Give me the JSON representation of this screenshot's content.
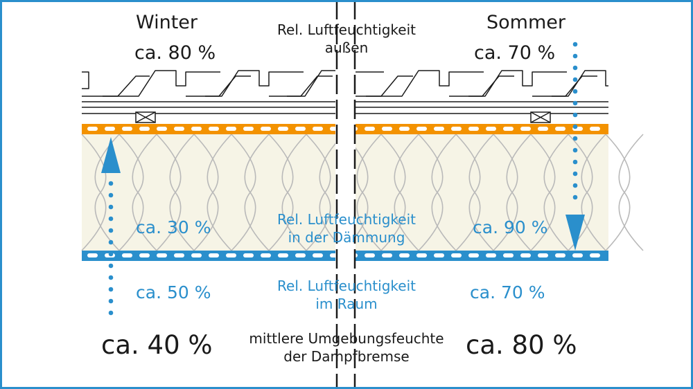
{
  "colors": {
    "frame": "#2a8fcc",
    "humidity_blue": "#2a8fcc",
    "orange_membrane": "#f39200",
    "insulation_fill": "#f6f4e6",
    "insulation_lines": "#b9b9b9",
    "text_dark": "#1a1a1a"
  },
  "icons": {
    "winter_arrow": "arrow-up-dotted-icon",
    "summer_arrow": "arrow-down-dotted-icon"
  },
  "winter": {
    "title": "Winter",
    "outside": "ca. 80 %",
    "insulation": "ca. 30 %",
    "room": "ca. 50 %",
    "membrane": "ca. 40 %"
  },
  "summer": {
    "title": "Sommer",
    "outside": "ca. 70 %",
    "insulation": "ca. 90 %",
    "room": "ca. 70 %",
    "membrane": "ca. 80 %"
  },
  "labels": {
    "outside_line1": "Rel. Luftfeuchtigkeit",
    "outside_line2": "außen",
    "insulation_line1": "Rel. Luftfeuchtigkeit",
    "insulation_line2": "in der Dämmung",
    "room_line1": "Rel. Luftfeuchtigkeit",
    "room_line2": "im Raum",
    "membrane_line1": "mittlere Umgebungsfeuchte",
    "membrane_line2": "der Dampfbremse"
  }
}
